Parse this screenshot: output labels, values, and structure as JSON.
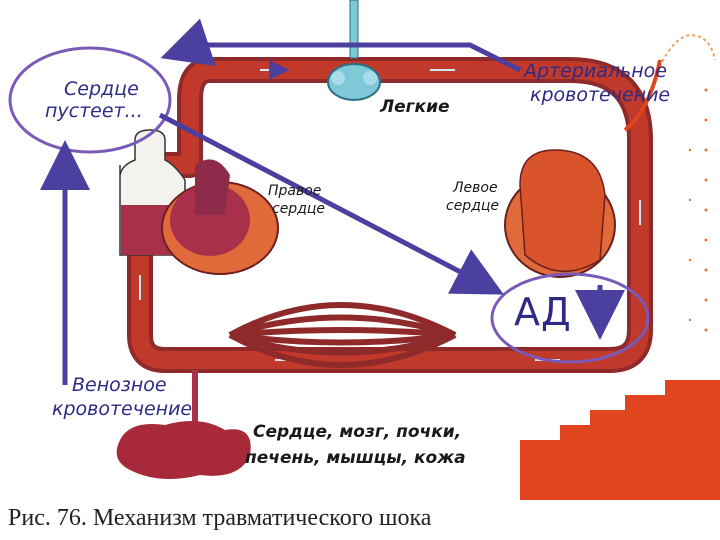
{
  "labels": {
    "heart_empties": [
      "Сердце",
      "пустеет..."
    ],
    "lungs": "Легкие",
    "right_heart": [
      "Правое",
      "сердце"
    ],
    "left_heart": [
      "Левое",
      "сердце"
    ],
    "arterial_bleeding": [
      "Артериальное",
      "кровотечение"
    ],
    "blood_pressure": "АД",
    "venous_bleeding": [
      "Венозное",
      "кровотечение"
    ],
    "organs": [
      "Сердце, мозг, почки,",
      "печень, мышцы, кожа"
    ]
  },
  "caption": "Рис. 76. Механизм травматического шока",
  "colors": {
    "vessel": "#c0392b",
    "vessel_dark": "#8e2a2a",
    "arrow": "#4b3fa0",
    "ellipse": "#7a5ab8",
    "lungs": "#7fc8d8",
    "heart_right": "#b03a48",
    "heart_left": "#d9542b",
    "background_fill": "#e0451f"
  }
}
